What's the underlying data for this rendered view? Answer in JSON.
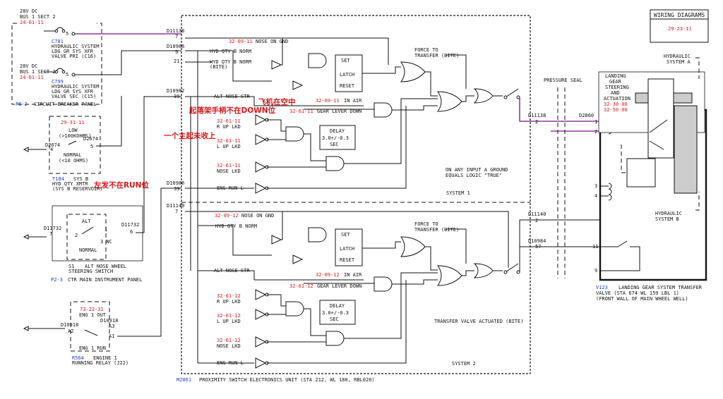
{
  "header": {
    "title": "WIRING DIAGRAMS",
    "ref": "29-23-11"
  },
  "annotations": {
    "in_air": "飞机在空中",
    "lever": "起落架手柄不在DOWN位",
    "gear": "一个主起未收上",
    "engine": "左发不在RUN位"
  },
  "cb_panel": {
    "cb1": {
      "l1": "28V DC",
      "l2": "BUS 1 SECT 2",
      "ref": "24-61-11",
      "id": "C781",
      "d1": "HYDRAULIC SYSTEM",
      "d2": "LDG GR SYS XFR",
      "d3": "VALVE PRI (C16)",
      "pin": "5"
    },
    "cb2": {
      "l1": "28V DC",
      "l2": "BUS 1 SECT 2",
      "ref": "24-61-11",
      "id": "C799",
      "d1": "HYDRAULIC SYSTEM",
      "d2": "LDG GR SYS XFR",
      "d3": "VALVE SEC (C15)",
      "pin": "5"
    },
    "panel_ref": "P6-2",
    "panel_name": "CIRCUIT BREAKER PANEL"
  },
  "xmtr": {
    "ref": "29-31-11",
    "low": "LOW",
    "low2": "(>100KOHMS)",
    "normal": "NORMAL",
    "normal2": "(<10 OHMS)",
    "w1": "D2674",
    "w2": "D2674",
    "p4": "4",
    "p5": "5",
    "id": "T184",
    "d1": "SYS B",
    "d2": "HYD QTY XMTR",
    "d3": "(SYS B RESERVOIR)"
  },
  "steer": {
    "alt": "ALT",
    "normal": "NORMAL",
    "nc": "3 NC",
    "p1": "1",
    "p2": "2",
    "w1": "D11732",
    "w2": "D11732",
    "p7": "7",
    "p6": "6",
    "id": "S1",
    "d1": "ALT NOSE WHEEL",
    "d2": "STEERING SWITCH",
    "panel_ref": "P2-3",
    "panel_name": "CTR MAIN INSTRUMENT PANEL"
  },
  "relay": {
    "ref": "73-22-31",
    "label": "ENG 1 OUT",
    "run": "ENG 1 RUN",
    "w1": "D10918",
    "w2": "D10918",
    "a1": "A1",
    "a2": "A2",
    "a3": "A3",
    "id": "R564",
    "d1": "ENGINE 1",
    "d2": "RUNNING RELAY (J22)"
  },
  "psu": {
    "id": "M2061",
    "name": "PROXIMITY SWITCH ELECTRONICS UNIT (STA 212, WL 180, RBL020)",
    "inputs": {
      "w1": "D11138",
      "p1": "7",
      "w2": "D10986",
      "p2": "9",
      "p3": "21",
      "w4": "D10982",
      "p4": "39",
      "w5": "D10986",
      "p5": "39",
      "w6": "D11140",
      "p6": "7"
    },
    "top_ref": "32-61-11",
    "sys1": {
      "nose_on_gnd_ref": "32-09-11",
      "nose_on_gnd": "NOSE ON GND",
      "hyd_norm": "HYD QTY B NORM",
      "hyd_norm2": "HYD QTY B NORM",
      "bite": "(BITE)",
      "alt_nose": "ALT NOSE STR",
      "in_air_ref": "32-09-11",
      "in_air": "IN AIR",
      "lever_ref": "32-61-11",
      "lever": "GEAR LEVER DOWN",
      "r_ref": "32-61-11",
      "r": "R UP LKD",
      "l_ref": "32-61-11",
      "l": "L UP LKD",
      "n_ref": "32-61-11",
      "n": "NOSE LKD",
      "eng": "ENG RUN L",
      "set": "SET",
      "latch": "LATCH",
      "reset": "RESET",
      "delay1": "DELAY",
      "delay2": "3.0+/-0.3",
      "delay3": "SEC",
      "force1": "FORCE TO",
      "force2": "TRANSFER (BITE)",
      "logic1": "ON ANY INPUT A GROUND",
      "logic2": "EQUALS LOGIC \"TRUE\"",
      "name": "SYSTEM 1"
    },
    "sys2": {
      "nose_on_gnd_ref": "32-09-12",
      "nose_on_gnd": "NOSE ON GND",
      "hyd_norm": "HYD QTY B NORM",
      "alt_nose": "ALT NOSE STR",
      "in_air_ref": "32-09-12",
      "in_air": "IN AIR",
      "lever_ref": "32-61-12",
      "lever": "GEAR LEVER DOWN",
      "r_ref": "32-61-12",
      "r": "R UP LKD",
      "l_ref": "32-61-12",
      "l": "L UP LKD",
      "n_ref": "32-61-12",
      "n": "NOSE LKD",
      "eng": "ENG RUN L",
      "set": "SET",
      "latch": "LATCH",
      "reset": "RESET",
      "delay1": "DELAY",
      "delay2": "3.0+/-0.3",
      "delay3": "SEC",
      "force1": "FORCE TO",
      "force2": "TRANSFER (BITE)",
      "actuated": "TRANSFER VALVE ACTUATED (BITE)",
      "name": "SYSTEM 2"
    }
  },
  "valve": {
    "seal": "PRESSURE SEAL",
    "w1": "D11138",
    "p1": "2",
    "w2": "D2860",
    "w3": "D11140",
    "p3": "2",
    "w4": "D10984",
    "p4": "57",
    "pins": [
      "1",
      "2",
      "3",
      "4",
      "11",
      "9"
    ],
    "hyd_a1": "HYDRAULIC",
    "hyd_a2": "SYSTEM A",
    "hyd_b1": "HYDRAULIC",
    "hyd_b2": "SYSTEM B",
    "lg1": "LANDING",
    "lg2": "GEAR",
    "lg3": "STEERING",
    "lg4": "AND",
    "lg5": "ACTUATION",
    "lg_ref1": "32-30-00",
    "lg_ref2": "32-50-00",
    "id": "V123",
    "d1": "LANDING GEAR SYSTEM TRANSFER",
    "d2": "VALVE (STA 674 WL 159 LBL 1)",
    "d3": "(FRONT WALL OF MAIN WHEEL WELL)"
  }
}
